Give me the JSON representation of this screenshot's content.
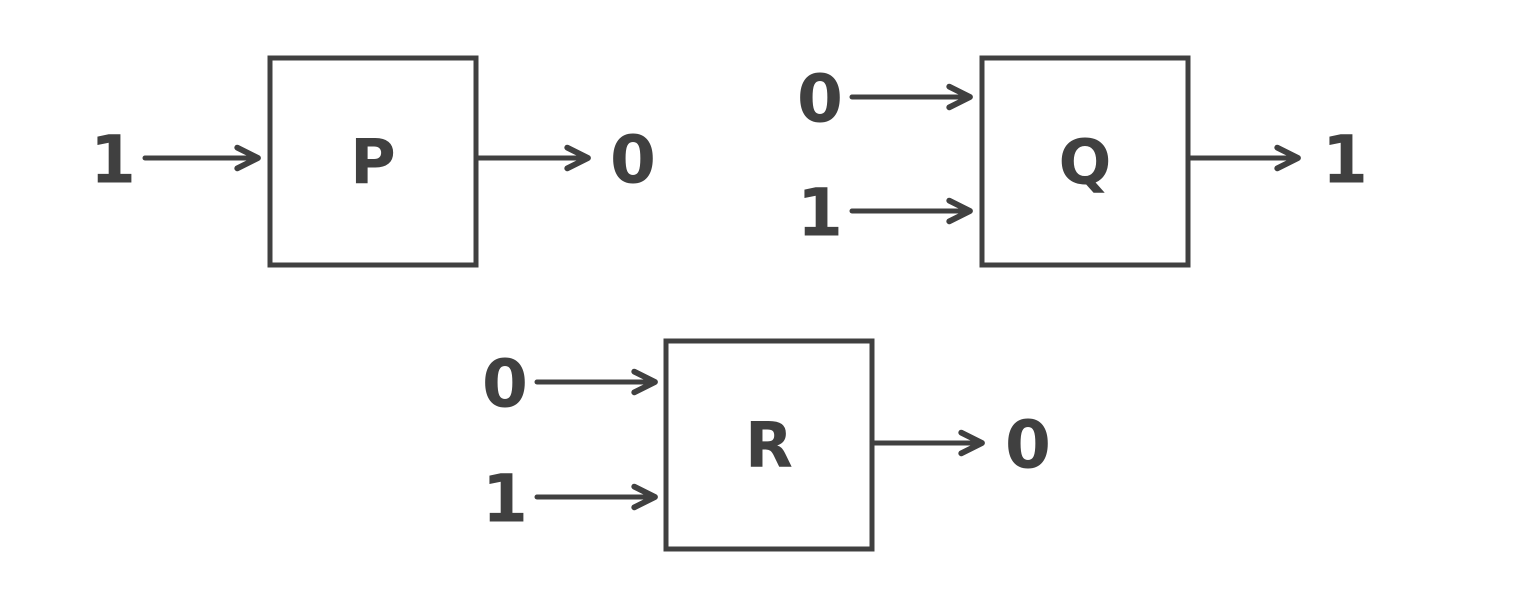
{
  "diagram": {
    "title": "logic-gate-io-diagram",
    "colors": {
      "stroke": "#404040",
      "background": "#ffffff"
    }
  },
  "gates": [
    {
      "name": "P",
      "inputs": [
        "1"
      ],
      "output": "0"
    },
    {
      "name": "Q",
      "inputs": [
        "0",
        "1"
      ],
      "output": "1"
    },
    {
      "name": "R",
      "inputs": [
        "0",
        "1"
      ],
      "output": "0"
    }
  ]
}
